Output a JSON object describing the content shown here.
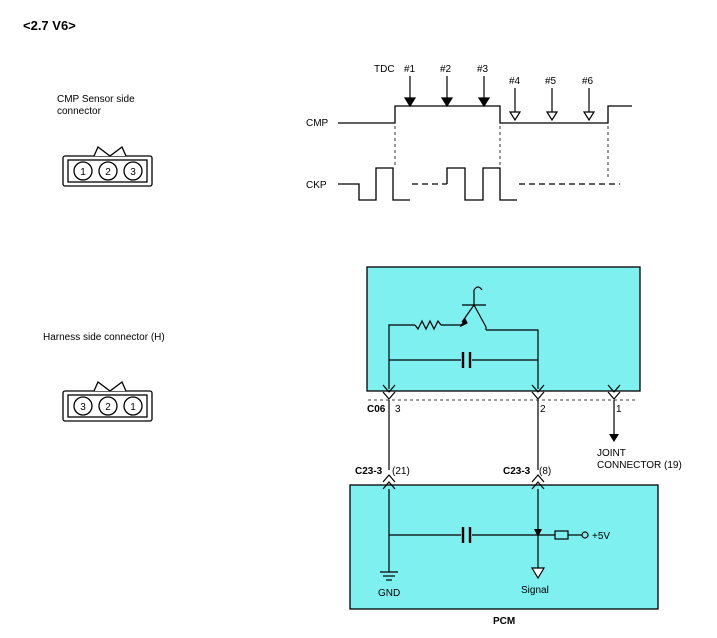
{
  "header": {
    "title": "<2.7 V6>"
  },
  "connectors": {
    "cmp": {
      "label_line1": "CMP Sensor side",
      "label_line2": "connector",
      "pins": [
        "1",
        "2",
        "3"
      ]
    },
    "harness": {
      "label": "Harness side connector (H)",
      "pins": [
        "3",
        "2",
        "1"
      ]
    }
  },
  "waveform": {
    "tdc_label": "TDC",
    "markers": [
      "#1",
      "#2",
      "#3",
      "#4",
      "#5",
      "#6"
    ],
    "cmp_label": "CMP",
    "ckp_label": "CKP"
  },
  "schematic": {
    "sensor_connector": "C06",
    "sensor_pins": [
      "3",
      "2",
      "1"
    ],
    "joint_connector_line1": "JOINT",
    "joint_connector_line2": "CONNECTOR (19)",
    "pcm_connector_left": "C23-3",
    "pcm_pin_left": "(21)",
    "pcm_connector_right": "C23-3",
    "pcm_pin_right": "(8)",
    "supply_label": "+5V",
    "gnd_label": "GND",
    "signal_label": "Signal",
    "pcm_label": "PCM"
  },
  "colors": {
    "module_fill": "#7ff0f0",
    "line": "#000000"
  }
}
